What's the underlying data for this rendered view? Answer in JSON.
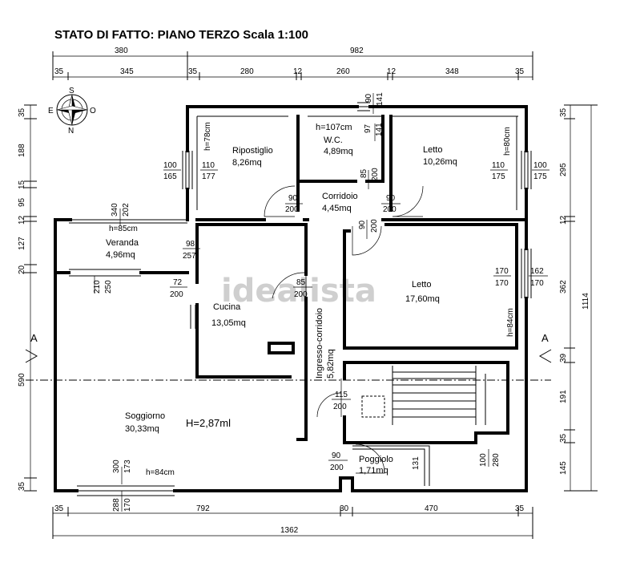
{
  "title": "STATO DI FATTO: PIANO TERZO Scala 1:100",
  "compass": {
    "n": "N",
    "s": "S",
    "e": "E",
    "o": "O"
  },
  "watermark": "idealista",
  "section_marks": [
    "A",
    "A"
  ],
  "dims_top_1": [
    "380",
    "982"
  ],
  "dims_top_2": [
    "35",
    "345",
    "35",
    "280",
    "12",
    "260",
    "12",
    "348",
    "35"
  ],
  "dims_bottom_1": [
    "35",
    "792",
    "30",
    "470",
    "35"
  ],
  "dims_bottom_2": "1362",
  "dims_left": [
    "35",
    "188",
    "15",
    "95",
    "12",
    "127",
    "20",
    "590",
    "35"
  ],
  "dims_right_1": [
    "35",
    "295",
    "12",
    "362",
    "39",
    "191",
    "35",
    "145"
  ],
  "dims_right_2": "1114",
  "rooms": {
    "ripostiglio": {
      "name": "Ripostiglio",
      "area": "8,26mq"
    },
    "wc": {
      "name": "W.C.",
      "area": "4,89mq"
    },
    "letto1": {
      "name": "Letto",
      "area": "10,26mq"
    },
    "corridoio": {
      "name": "Corridoio",
      "area": "4,45mq"
    },
    "veranda": {
      "name": "Veranda",
      "area": "4,96mq"
    },
    "cucina": {
      "name": "Cucina",
      "area": "13,05mq"
    },
    "letto2": {
      "name": "Letto",
      "area": "17,60mq"
    },
    "ingresso": {
      "name": "Ingresso-corridoio",
      "area": "5,82mq"
    },
    "soggiorno": {
      "name": "Soggiorno",
      "area": "30,33mq"
    },
    "poggiolo": {
      "name": "Poggiolo",
      "area": "1,71mq"
    }
  },
  "height_note": "H=2,87ml",
  "openings": {
    "rip_h": "h=78cm",
    "rip_win_top": "110",
    "rip_win_bot": "177",
    "rip_ext_top": "100",
    "rip_ext_bot": "165",
    "wc_h": "h=107cm",
    "wc_top1": "90",
    "wc_top2": "141",
    "wc_97": "97",
    "wc_141": "141",
    "wc_door_top": "85",
    "wc_door_bot": "200",
    "letto1_h": "h=80cm",
    "letto1_win_top": "110",
    "letto1_win_bot": "175",
    "letto1_ext_top": "100",
    "letto1_ext_bot": "175",
    "corr_door1_top": "90",
    "corr_door1_bot": "200",
    "corr_door2_top": "90",
    "corr_door2_bot": "200",
    "letto2_door_top": "90",
    "letto2_door_bot": "200",
    "ver_top": "340",
    "ver_top2": "202",
    "ver_h": "h=85cm",
    "ver_98": "98",
    "ver_257": "257",
    "ver_210": "210",
    "ver_250": "250",
    "cuc_door_top": "72",
    "cuc_door_bot": "200",
    "cuc_85": "85",
    "cuc_200": "200",
    "letto2_win_top": "170",
    "letto2_win_bot": "170",
    "letto2_ext_top": "162",
    "letto2_ext_bot": "170",
    "letto2_h": "h=84cm",
    "ing_door_top": "115",
    "ing_door_bot": "200",
    "pog_door_top": "90",
    "pog_door_bot": "200",
    "pog_131": "131",
    "stair_100": "100",
    "stair_280": "280",
    "sog_300": "300",
    "sog_173": "173",
    "sog_h": "h=84cm",
    "sog_288": "288",
    "sog_170": "170"
  }
}
